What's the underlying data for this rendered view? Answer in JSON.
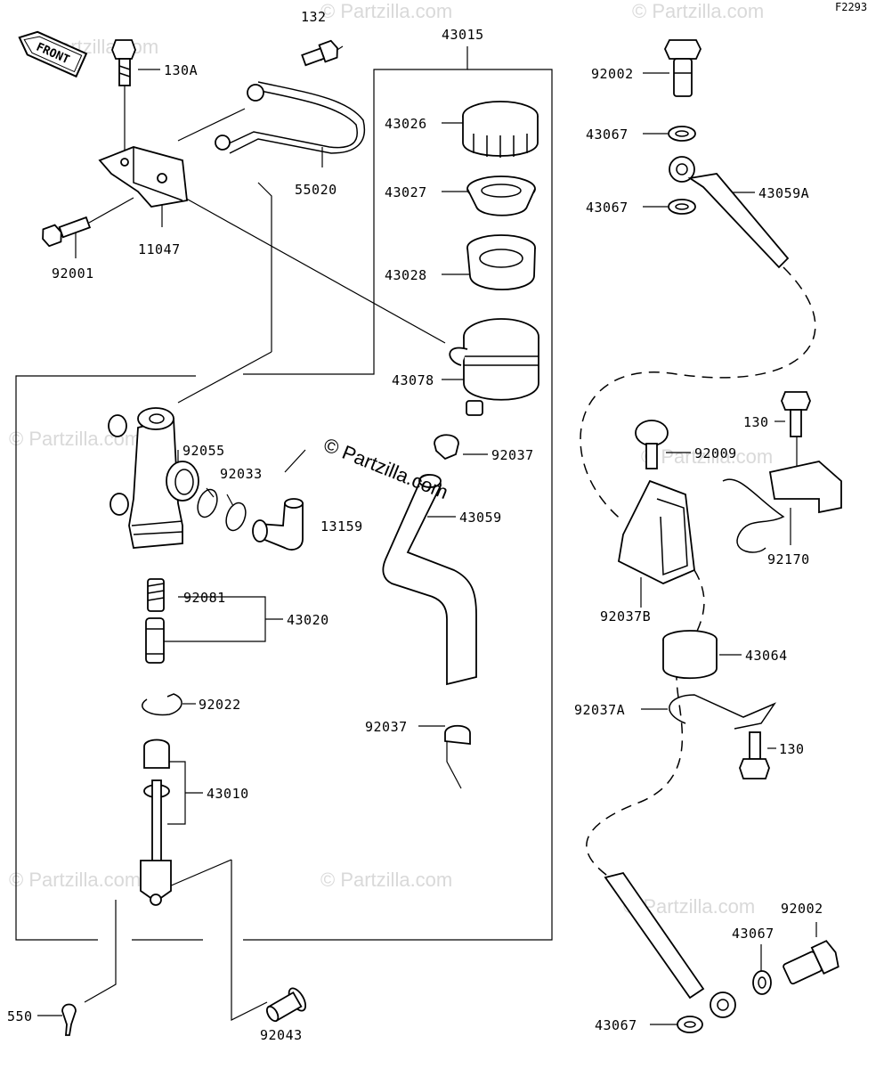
{
  "figure_code": "F2293",
  "front_label": "FRONT",
  "watermark_main": "© Partzilla.com",
  "watermark_repeat": "© Partzilla.com",
  "labels": {
    "p132": "132",
    "p43015": "43015",
    "p92002_top": "92002",
    "p130A": "130A",
    "p55020": "55020",
    "p43026": "43026",
    "p43067_a": "43067",
    "p43027": "43027",
    "p43059A": "43059A",
    "p43067_b": "43067",
    "p11047": "11047",
    "p92001": "92001",
    "p43028": "43028",
    "p43078": "43078",
    "p130_top": "130",
    "p92055": "92055",
    "p92037_top": "92037",
    "p92009": "92009",
    "p92033": "92033",
    "p43059": "43059",
    "p13159": "13159",
    "p92170": "92170",
    "p92081": "92081",
    "p43020": "43020",
    "p92037B": "92037B",
    "p43064": "43064",
    "p92022": "92022",
    "p92037A": "92037A",
    "p92037_mid": "92037",
    "p130_mid": "130",
    "p43010": "43010",
    "p92002_bottom": "92002",
    "p43067_c": "43067",
    "p550": "550",
    "p92043": "92043",
    "p43067_d": "43067"
  }
}
